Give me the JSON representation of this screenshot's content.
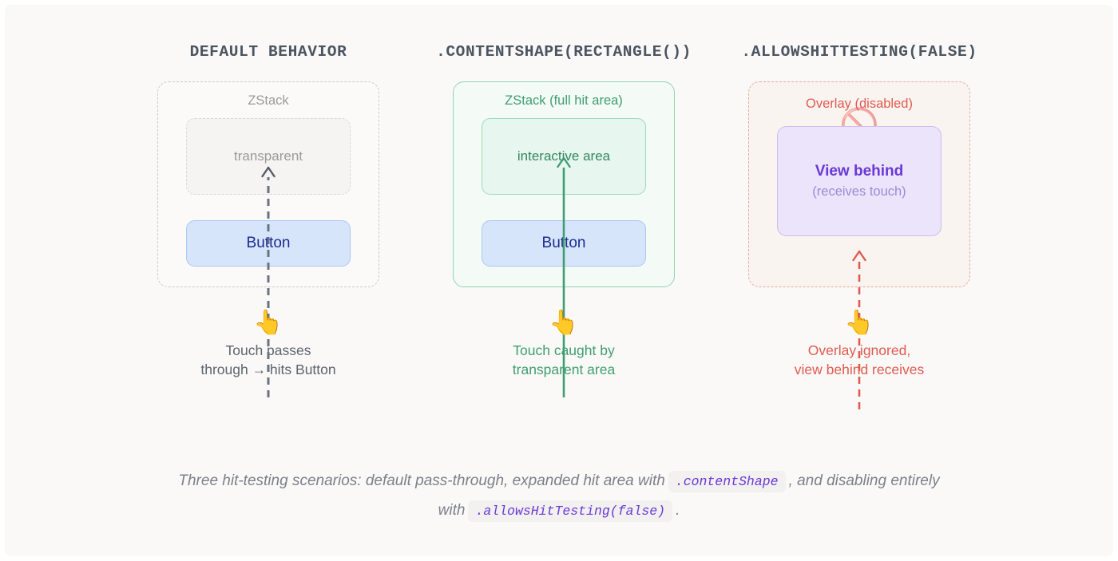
{
  "canvas": {
    "background": "#faf9f7",
    "frame_color": "#ffffff"
  },
  "columns": [
    {
      "id": "default-behavior",
      "title": "DEFAULT BEHAVIOR",
      "accent": "#9b9b99",
      "stack_label": "ZStack",
      "inner_label": "transparent",
      "button_label": "Button",
      "arrow_style": "dashed",
      "arrow_color": "#6b7280",
      "touch_icon": "👆",
      "caption": "Touch passes\nthrough → hits Button",
      "caption_color": "#5d6470"
    },
    {
      "id": "content-shape",
      "title": ".CONTENTSHAPE(RECTANGLE())",
      "accent": "#3f9e71",
      "stack_label": "ZStack (full hit area)",
      "inner_label": "interactive area",
      "button_label": "Button",
      "arrow_style": "solid",
      "arrow_color": "#3f9e71",
      "touch_icon": "👆",
      "caption": "Touch caught by\ntransparent area",
      "caption_color": "#3f9e71"
    },
    {
      "id": "allows-hit-testing-false",
      "title": ".ALLOWSHITTESTING(FALSE)",
      "accent": "#e05a50",
      "stack_label": "Overlay (disabled)",
      "disabled_icon": "🚫",
      "behind_title": "View behind",
      "behind_sub": "(receives touch)",
      "arrow_style": "dashed",
      "arrow_color": "#e05a50",
      "touch_icon": "👆",
      "caption": "Overlay ignored,\nview behind receives",
      "caption_color": "#e05a50"
    }
  ],
  "footer": {
    "part1": "Three hit-testing scenarios: default pass-through, expanded hit area with",
    "code1": ".contentShape",
    "part2": ", and disabling entirely with",
    "code2": ".allowsHitTesting(false)",
    "part3": "."
  },
  "colors": {
    "button_fill": "#d7e5fb",
    "button_border": "#a9c6f2",
    "button_text": "#1b2b8f",
    "behind_fill": "#ece4fb",
    "behind_border": "#cdbdf3",
    "behind_text": "#6938d6",
    "code_text": "#6938d6",
    "code_bg": "#f2f1ef"
  }
}
